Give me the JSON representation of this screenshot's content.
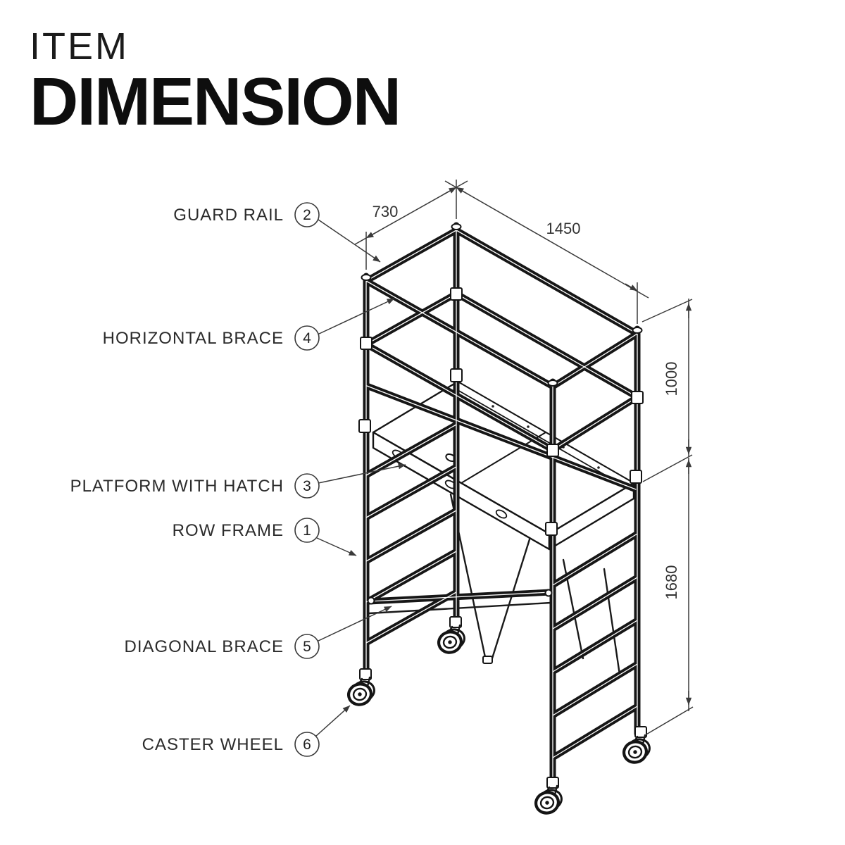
{
  "title": {
    "line1": "ITEM",
    "line2": "DIMENSION"
  },
  "diagram": {
    "type": "technical-line-drawing",
    "subject": "mobile scaffold tower item dimensions",
    "callouts": [
      {
        "number": "2",
        "label": "GUARD RAIL"
      },
      {
        "number": "4",
        "label": "HORIZONTAL BRACE"
      },
      {
        "number": "3",
        "label": "PLATFORM WITH HATCH"
      },
      {
        "number": "1",
        "label": "ROW FRAME"
      },
      {
        "number": "5",
        "label": "DIAGONAL BRACE"
      },
      {
        "number": "6",
        "label": "CASTER WHEEL"
      }
    ],
    "dimensions": {
      "top_width": "730",
      "top_length": "1450",
      "upper_height": "1000",
      "lower_height": "1680"
    }
  },
  "colors": {
    "line": "#161616",
    "annotation": "#3a3a3a",
    "background": "#ffffff",
    "text": "#111111"
  }
}
